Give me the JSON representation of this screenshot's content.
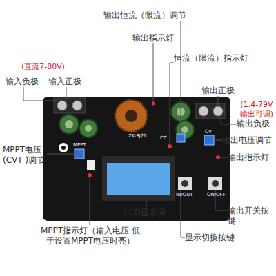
{
  "diagram": {
    "labels": [
      "输出恒流（限流）调节",
      "输出指示灯",
      "恒流（限流）指示灯",
      "(直流7-80V)",
      "输入负极",
      "输入正极",
      "输出正极",
      "(1.4-79V 输出可调)",
      "输出负极",
      "MPPT电压 (CVT )调节",
      "输出电压调节",
      "输出指示灯",
      "输出开关按键",
      "LCD显示屏",
      "MPPT指示灯（输入电压 低于设置MPPT电压时亮）",
      "显示切换按键",
      "ZK-SJ20",
      "MPPT",
      "CC",
      "CV",
      "IN/OUT",
      "ON/OFF"
    ]
  }
}
